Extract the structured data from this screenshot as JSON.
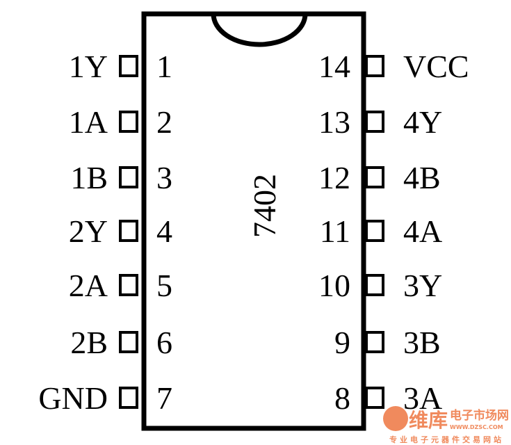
{
  "chip": {
    "part_number": "7402",
    "left_pins": [
      {
        "number": "1",
        "name": "1Y"
      },
      {
        "number": "2",
        "name": "1A"
      },
      {
        "number": "3",
        "name": "1B"
      },
      {
        "number": "4",
        "name": "2Y"
      },
      {
        "number": "5",
        "name": "2A"
      },
      {
        "number": "6",
        "name": "2B"
      },
      {
        "number": "7",
        "name": "GND"
      }
    ],
    "right_pins": [
      {
        "number": "14",
        "name": "VCC"
      },
      {
        "number": "13",
        "name": "4Y"
      },
      {
        "number": "12",
        "name": "4B"
      },
      {
        "number": "11",
        "name": "4A"
      },
      {
        "number": "10",
        "name": "3Y"
      },
      {
        "number": "9",
        "name": "3B"
      },
      {
        "number": "8",
        "name": "3A"
      }
    ]
  },
  "watermark": {
    "brand": "维库",
    "tagline": "电子市场网",
    "url": "WWW.DZSC.COM",
    "slogan": "专业电子元器件交易网站",
    "color": "#f08a5d"
  }
}
